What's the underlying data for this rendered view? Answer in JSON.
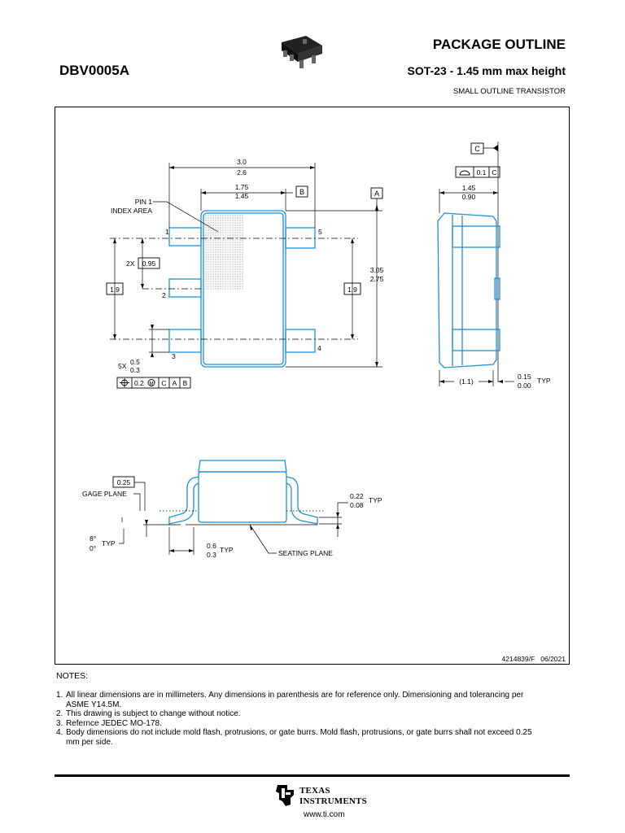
{
  "header": {
    "part_number": "DBV0005A",
    "title": "PACKAGE OUTLINE",
    "subtitle": "SOT-23 - 1.45 mm max height",
    "description": "SMALL OUTLINE TRANSISTOR"
  },
  "drawing": {
    "top_view": {
      "width_max": "3.0",
      "width_min": "2.6",
      "body_max": "1.75",
      "body_min": "1.45",
      "datum_a": "A",
      "datum_b": "B",
      "pin1_label_1": "PIN 1",
      "pin1_label_2": "INDEX AREA",
      "pins": [
        "1",
        "2",
        "3",
        "4",
        "5"
      ],
      "pitch_prefix": "2X",
      "pitch": "0.95",
      "span_left": "1.9",
      "span_right": "1.9",
      "length_max": "3.05",
      "length_min": "2.75",
      "lead_prefix": "5X",
      "lead_max": "0.5",
      "lead_min": "0.3",
      "fcf_tol": "0.2",
      "fcf_mod": "M",
      "fcf_d1": "C",
      "fcf_d2": "A",
      "fcf_d3": "B"
    },
    "side_view": {
      "datum_c": "C",
      "flat_tol": "0.1",
      "flat_datum": "C",
      "height_max": "1.45",
      "height_min": "0.90",
      "ref_dim": "(1.1)",
      "standoff_max": "0.15",
      "standoff_min": "0.00",
      "standoff_suffix": "TYP"
    },
    "detail_view": {
      "gage_value": "0.25",
      "gage_label": "GAGE PLANE",
      "angle_max": "8°",
      "angle_min": "0°",
      "angle_suffix": "TYP",
      "foot_max": "0.6",
      "foot_min": "0.3",
      "foot_suffix": "TYP",
      "seating_label": "SEATING PLANE",
      "thick_max": "0.22",
      "thick_min": "0.08",
      "thick_suffix": "TYP"
    }
  },
  "doc_number": "4214839/F   06/2021",
  "notes": {
    "heading": "NOTES:",
    "items": [
      {
        "num": "1.",
        "text": "All linear dimensions are in millimeters. Any dimensions in parenthesis are for reference only. Dimensioning and tolerancing per ASME Y14.5M."
      },
      {
        "num": "2.",
        "text": "This drawing is subject to change without notice."
      },
      {
        "num": "3.",
        "text": "Refernce JEDEC MO-178."
      },
      {
        "num": "4.",
        "text": "Body dimensions do not include mold flash, protrusions, or gate burrs. Mold flash, protrusions, or gate burrs shall not exceed 0.25 mm per side."
      }
    ]
  },
  "footer": {
    "logo_line1": "TEXAS",
    "logo_line2": "INSTRUMENTS",
    "url": "www.ti.com"
  },
  "colors": {
    "outline": "#1e90d8",
    "ink": "#000000"
  },
  "icons": [
    "package-thumbnail-icon",
    "ti-logo-icon",
    "position-tolerance-icon",
    "surface-profile-icon"
  ]
}
